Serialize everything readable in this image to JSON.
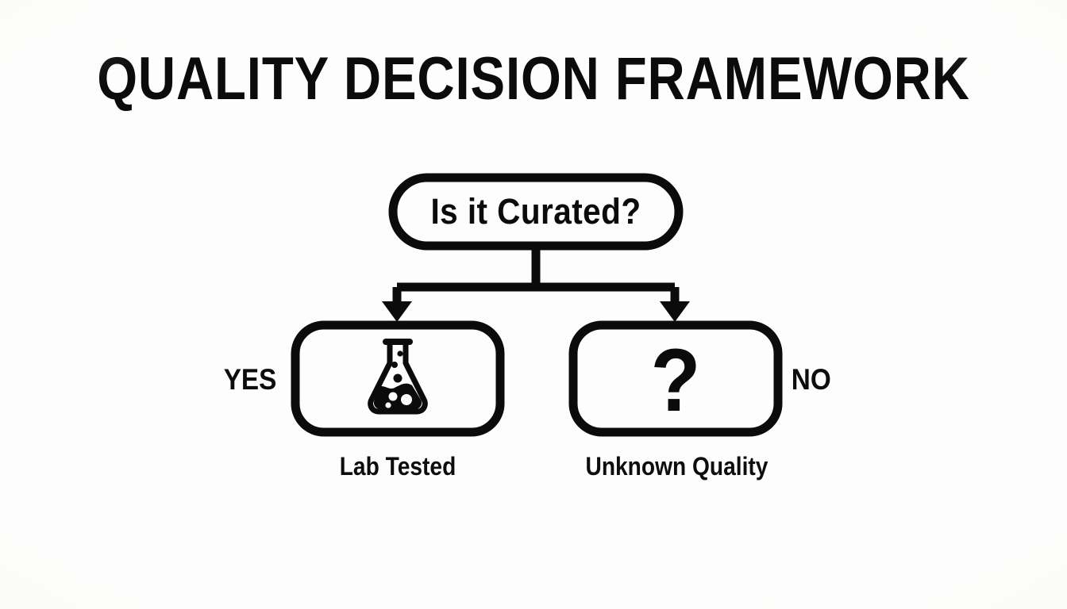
{
  "page": {
    "title": "QUALITY DECISION FRAMEWORK",
    "background_color": "#fdfdfd",
    "ink_color": "#0b0b0b"
  },
  "diagram": {
    "type": "decision-flowchart",
    "decision": {
      "label": "Is it Curated?",
      "shape": "rounded-rectangle"
    },
    "branches": [
      {
        "side_label": "YES",
        "icon": "flask-icon",
        "caption": "Lab Tested"
      },
      {
        "side_label": "NO",
        "icon": "question-mark-icon",
        "glyph": "?",
        "caption": "Unknown Quality"
      }
    ]
  }
}
